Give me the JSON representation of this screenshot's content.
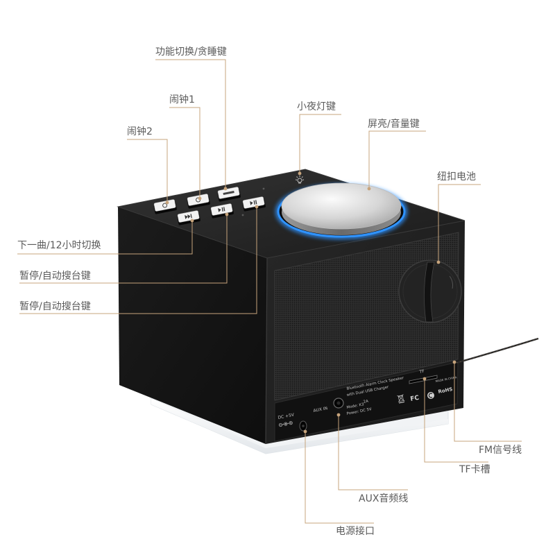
{
  "labels": {
    "function_snooze": "功能切换/贪睡键",
    "alarm1": "闹钟1",
    "night_light": "小夜灯键",
    "brightness_volume": "屏亮/音量键",
    "alarm2": "闹钟2",
    "coin_battery": "纽扣电池",
    "next_track_12h": "下一曲/12小时切换",
    "pause_autoscan_1": "暂停/自动搜台键",
    "pause_autoscan_2": "暂停/自动搜台键",
    "fm_antenna": "FM信号线",
    "tf_slot": "TF卡槽",
    "aux_cable": "AUX音频线",
    "power_port": "电源接口"
  },
  "device": {
    "product_line1": "Bluetooth Alarm Clock Speaker",
    "product_line2": "with Dual USB Charger",
    "model": "Mode: K3",
    "power": "Power: DC 5V",
    "usb_current": "2A",
    "aux_in": "AUX IN",
    "dc_in": "DC +5V",
    "tf": "TF",
    "made_in": "MADE IN CHINA",
    "fcc": "FC",
    "rohs": "RoHS"
  },
  "icons": {
    "night_light": "sun-icon",
    "alarm": "alarm-clock-icon",
    "snooze": "snooze-icon",
    "next_track": "next-track-icon",
    "play_pause": "play-pause-icon",
    "polarity": "polarity-icon",
    "disposal": "weee-bin-icon",
    "certification": "certification-icon"
  },
  "colors": {
    "leader_line": "#c7a47c",
    "label_text": "#5a5a5a",
    "device_body": "#1e1e1e",
    "knob_ring": "#2f93ff",
    "base": "#f1f3f5"
  }
}
